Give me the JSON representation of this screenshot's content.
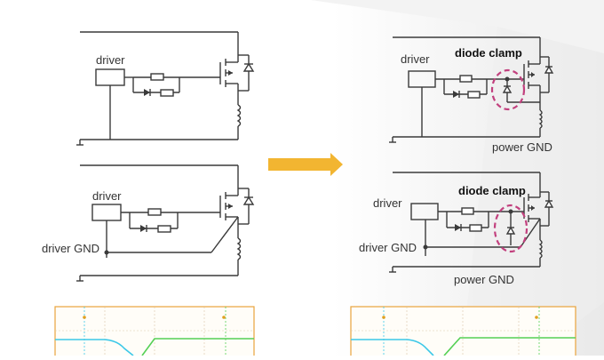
{
  "circuits": {
    "top_left": {
      "driver_label": "driver"
    },
    "bottom_left": {
      "driver_label": "driver",
      "driver_gnd_label": "driver GND"
    },
    "top_right": {
      "driver_label": "driver",
      "clamp_label": "diode clamp",
      "power_gnd_label": "power GND"
    },
    "bottom_right": {
      "driver_label": "driver",
      "clamp_label": "diode clamp",
      "driver_gnd_label": "driver GND",
      "power_gnd_label": "power GND"
    }
  },
  "colors": {
    "wire": "#3a3a3a",
    "arrow": "#f2b531",
    "clamp_highlight": "#c2407e",
    "scope_border": "#e8a33c",
    "scope_grid": "#d9c7a8",
    "trace_cyan": "#3cc8e8",
    "trace_green": "#55d055",
    "marker": "#e0a020"
  },
  "icons": {
    "arrow": "right-arrow-icon",
    "mosfet": "mosfet-icon",
    "diode": "diode-icon",
    "resistor": "resistor-icon",
    "inductor": "inductor-icon",
    "ground": "ground-icon"
  }
}
